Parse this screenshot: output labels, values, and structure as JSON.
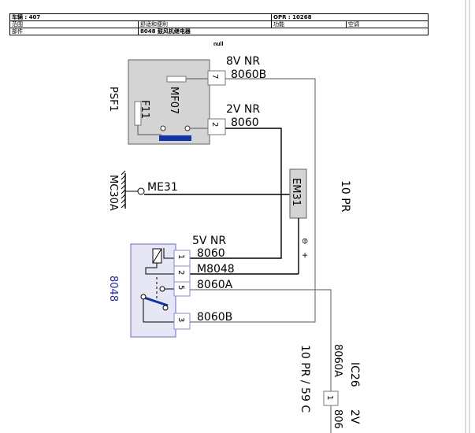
{
  "header": {
    "vehicle_label": "车辆 : 407",
    "opr_label": "OPR : 10268",
    "scope_label": "范围",
    "scope_value": "舒适和便利",
    "function_label": "功能",
    "function_value": "空调",
    "part_label": "部件",
    "part_value": "8048 鼓风机继电器",
    "null_text": "null"
  },
  "psf1": {
    "name": "PSF1",
    "fuse_mf": "MF07",
    "fuse_f": "F11",
    "pin7": "7",
    "pin2": "2",
    "wire7_spec": "8V NR",
    "wire7_id": "8060B",
    "wire2_spec": "2V NR",
    "wire2_id": "8060"
  },
  "ground": {
    "name": "MC30A",
    "wire": "ME31"
  },
  "em31": {
    "name": "EM31",
    "label_10pr": "10 PR",
    "minus": "⊖",
    "plus": "+"
  },
  "relay": {
    "name": "8048",
    "connector_spec": "5V NR",
    "pins": [
      "1",
      "2",
      "5",
      "3"
    ],
    "wires": [
      "8060",
      "M8048",
      "8060A",
      "8060B"
    ]
  },
  "ic26": {
    "name": "IC26",
    "wire_top": "8060A",
    "pin": "1",
    "spec": "2V",
    "wire_bottom": "806",
    "route": "10 PR / 59 C"
  },
  "colors": {
    "line": "#000000",
    "wire_gray": "#777777",
    "box_gray": "#d4d4d4",
    "relay_border": "#8888dd",
    "relay_fill": "#e6e6f4",
    "fuse_bar": "#1133aa",
    "accent_blue": "#2222cc"
  }
}
